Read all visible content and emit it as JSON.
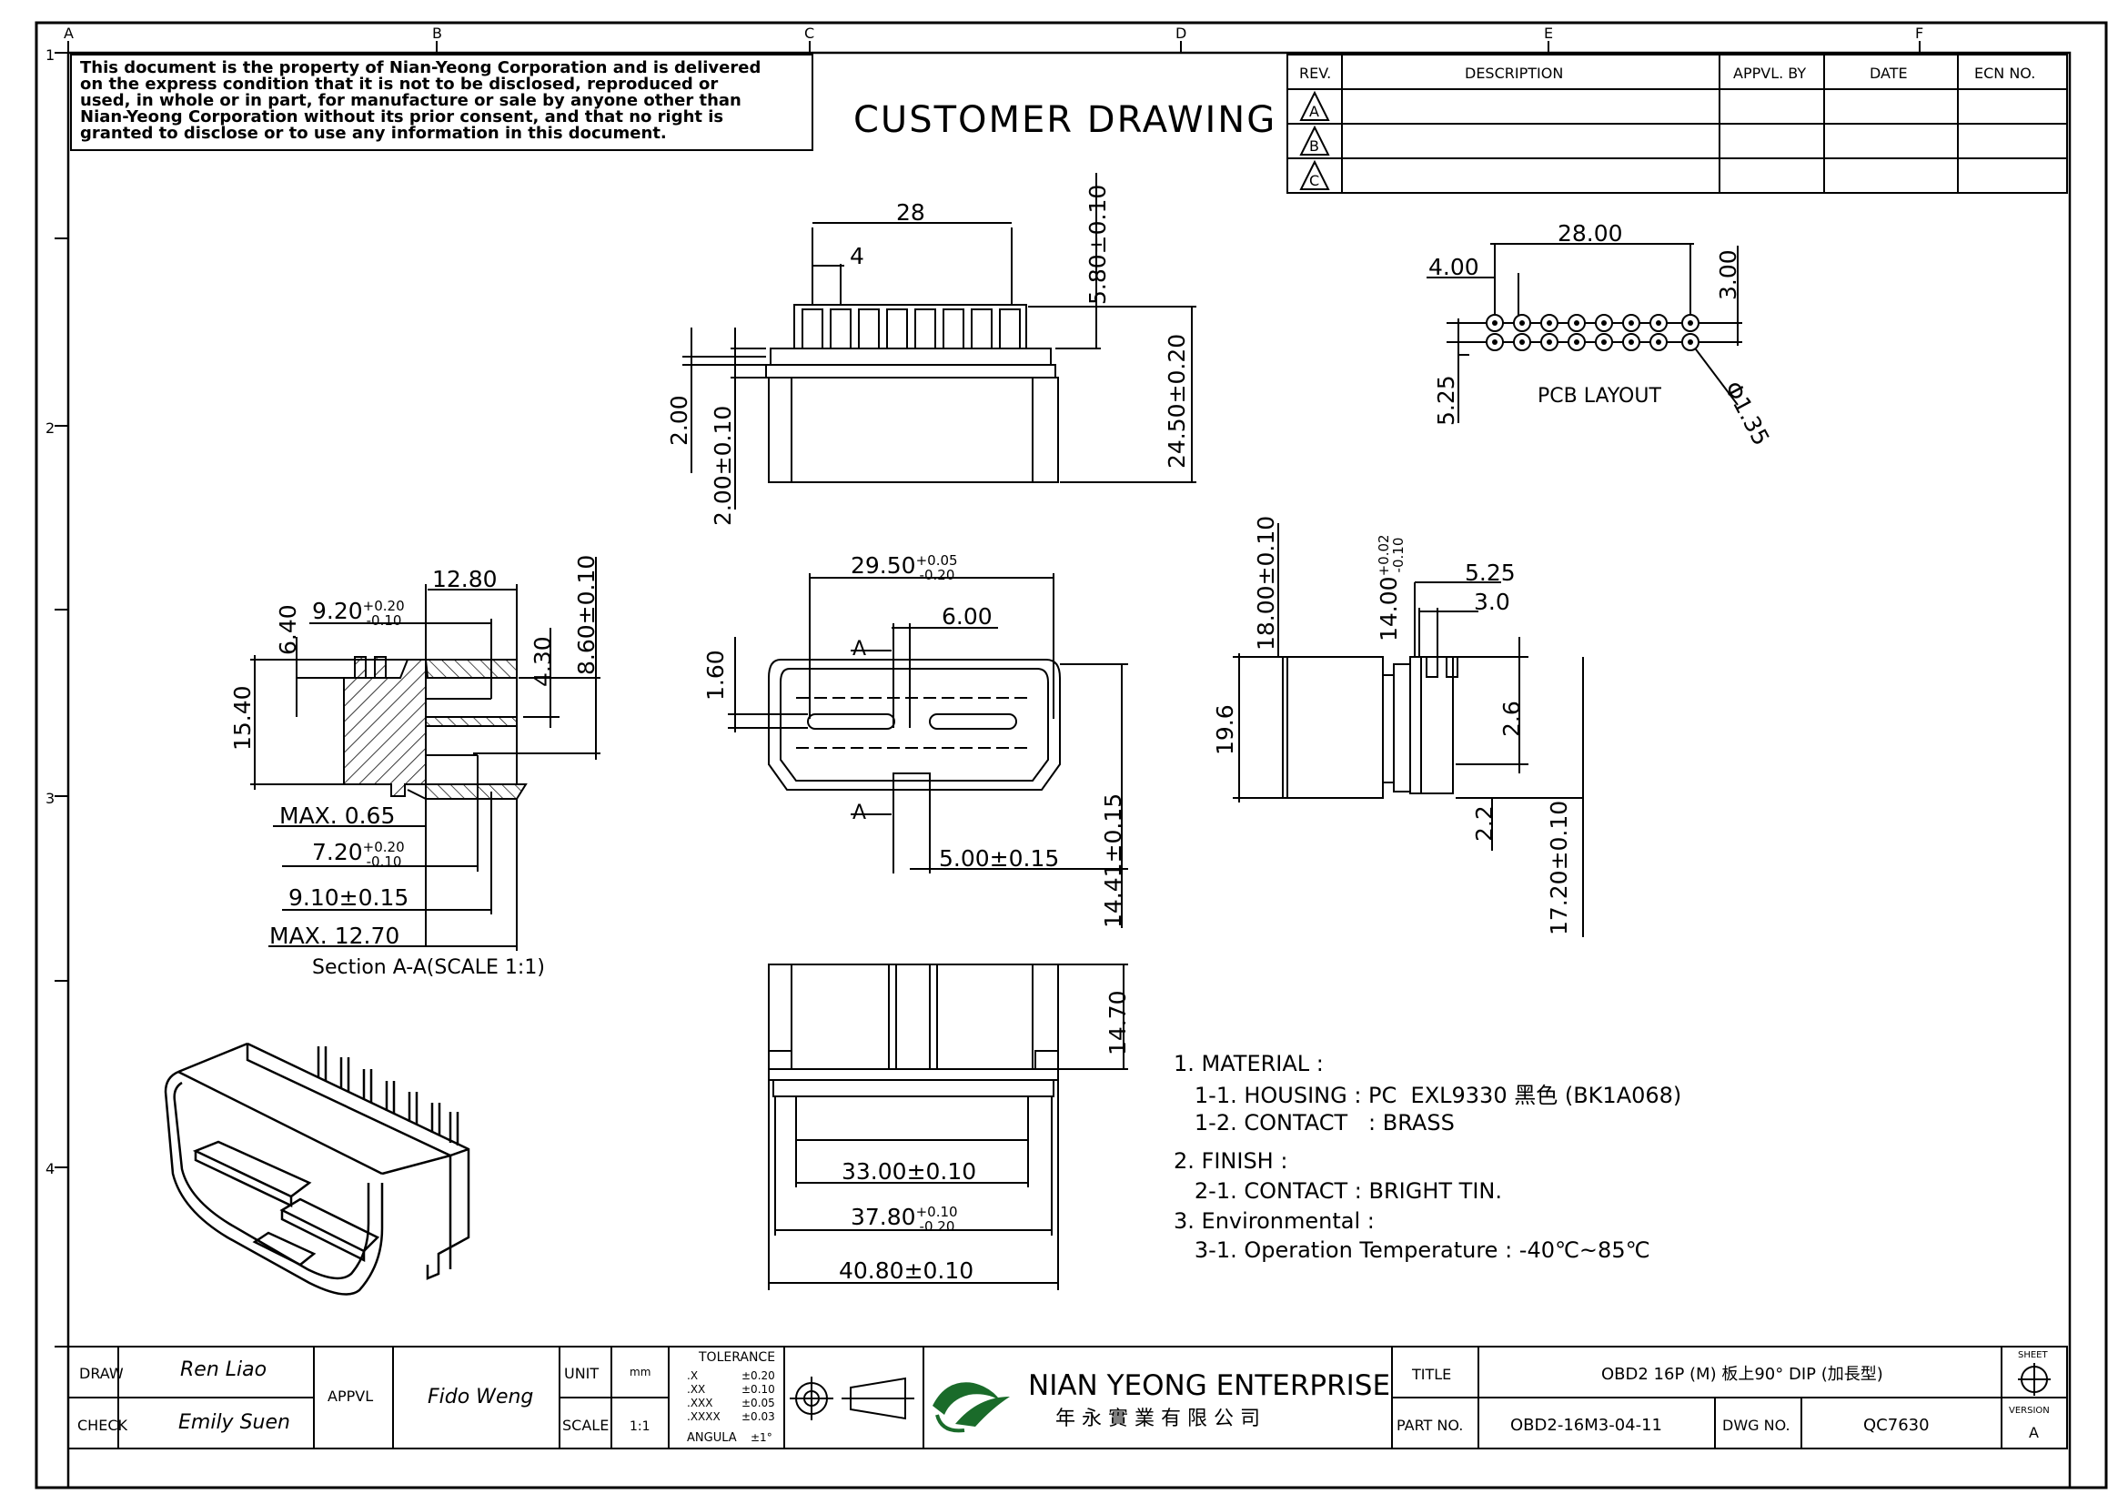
{
  "sheet": {
    "columns": [
      "A",
      "B",
      "C",
      "D",
      "E",
      "F"
    ],
    "rows": [
      "1",
      "2",
      "3",
      "4"
    ]
  },
  "header": {
    "disclaimer_lines": [
      "This document is the property of Nian-Yeong Corporation and is delivered",
      "on  the  express condition that it is not to be disclosed, reproduced or",
      "used, in whole or in part, for manufacture or sale by anyone other than",
      "Nian-Yeong Corporation without  its prior consent, and that  no right  is",
      "granted to disclose or to use any information in this  document."
    ],
    "drawing_title": "CUSTOMER DRAWING"
  },
  "revision_table": {
    "headers": [
      "REV.",
      "DESCRIPTION",
      "APPVL. BY",
      "DATE",
      "ECN NO."
    ],
    "revs": [
      "A",
      "B",
      "C"
    ]
  },
  "dimensions": {
    "top_view": [
      "28",
      "4",
      "5.80±0.10",
      "24.50±0.20",
      "2.00",
      "2.00±0.10"
    ],
    "pcb": [
      "28.00",
      "4.00",
      "3.00",
      "5.25",
      "PCB LAYOUT",
      "Φ1.35"
    ],
    "section": {
      "d1": "12.80",
      "d2_base": "9.20",
      "d2_sup": "+0.20",
      "d2_sub": "-0.10",
      "d3": "6.40",
      "d4": "4.30",
      "d5": "8.60±0.10",
      "d6": "15.40",
      "d7": "MAX. 0.65",
      "d8_base": "7.20",
      "d8_sup": "+0.20",
      "d8_sub": "-0.10",
      "d9": "9.10±0.15",
      "d10": "MAX. 12.70",
      "caption": "Section A-A(SCALE 1:1)"
    },
    "front": {
      "w_base": "29.50",
      "w_sup": "+0.05",
      "w_sub": "-0.20",
      "d1": "6.00",
      "d2": "1.60",
      "a1": "A",
      "a2": "A",
      "d3": "5.00±0.15",
      "d4": "14.41±0.15"
    },
    "side": {
      "h1": "18.00±0.10",
      "h2_base": "14.00",
      "h2_sup": "+0.02",
      "h2_sub": "-0.10",
      "d1": "5.25",
      "d2": "3.0",
      "d3": "19.6",
      "d4": "2.6",
      "d5": "2.2",
      "d6": "17.20±0.10"
    },
    "bottom": {
      "d1": "14.70",
      "d2": "33.00±0.10",
      "d3_base": "37.80",
      "d3_sup": "+0.10",
      "d3_sub": "-0.20",
      "d4": "40.80±0.10"
    }
  },
  "notes": [
    "1. MATERIAL :",
    "   1-1. HOUSING : PC  EXL9330 黑色 (BK1A068)",
    "   1-2. CONTACT   : BRASS",
    "2. FINISH :",
    "   2-1. CONTACT : BRIGHT TIN.",
    "3. Environmental :",
    "   3-1. Operation Temperature : -40℃~85℃"
  ],
  "title_block": {
    "draw_label": "DRAW",
    "draw_name": "Ren Liao",
    "check_label": "CHECK",
    "check_name": "Emily Suen",
    "appvl_label": "APPVL",
    "appvl_name": "Fido Weng",
    "unit_label": "UNIT",
    "unit_value": "mm",
    "scale_label": "SCALE",
    "scale_value": "1:1",
    "tolerance_title": "TOLERANCE",
    "tolerance_rows": [
      [
        ".X",
        "±0.20"
      ],
      [
        ".XX",
        "±0.10"
      ],
      [
        ".XXX",
        "±0.05"
      ],
      [
        ".XXXX",
        "±0.03"
      ],
      [
        "ANGULA",
        "±1°"
      ]
    ],
    "company_name": "NIAN YEONG ENTERPRISE",
    "company_name_cn": "年 永 實 業 有 限 公 司",
    "title_label": "TITLE",
    "title_value": "OBD2 16P (M) 板上90° DIP (加長型)",
    "part_label": "PART NO.",
    "part_value": "OBD2-16M3-04-11",
    "dwg_label": "DWG NO.",
    "dwg_value": "QC7630",
    "sheet_label": "SHEET",
    "version_label": "VERSION",
    "version_value": "A"
  }
}
